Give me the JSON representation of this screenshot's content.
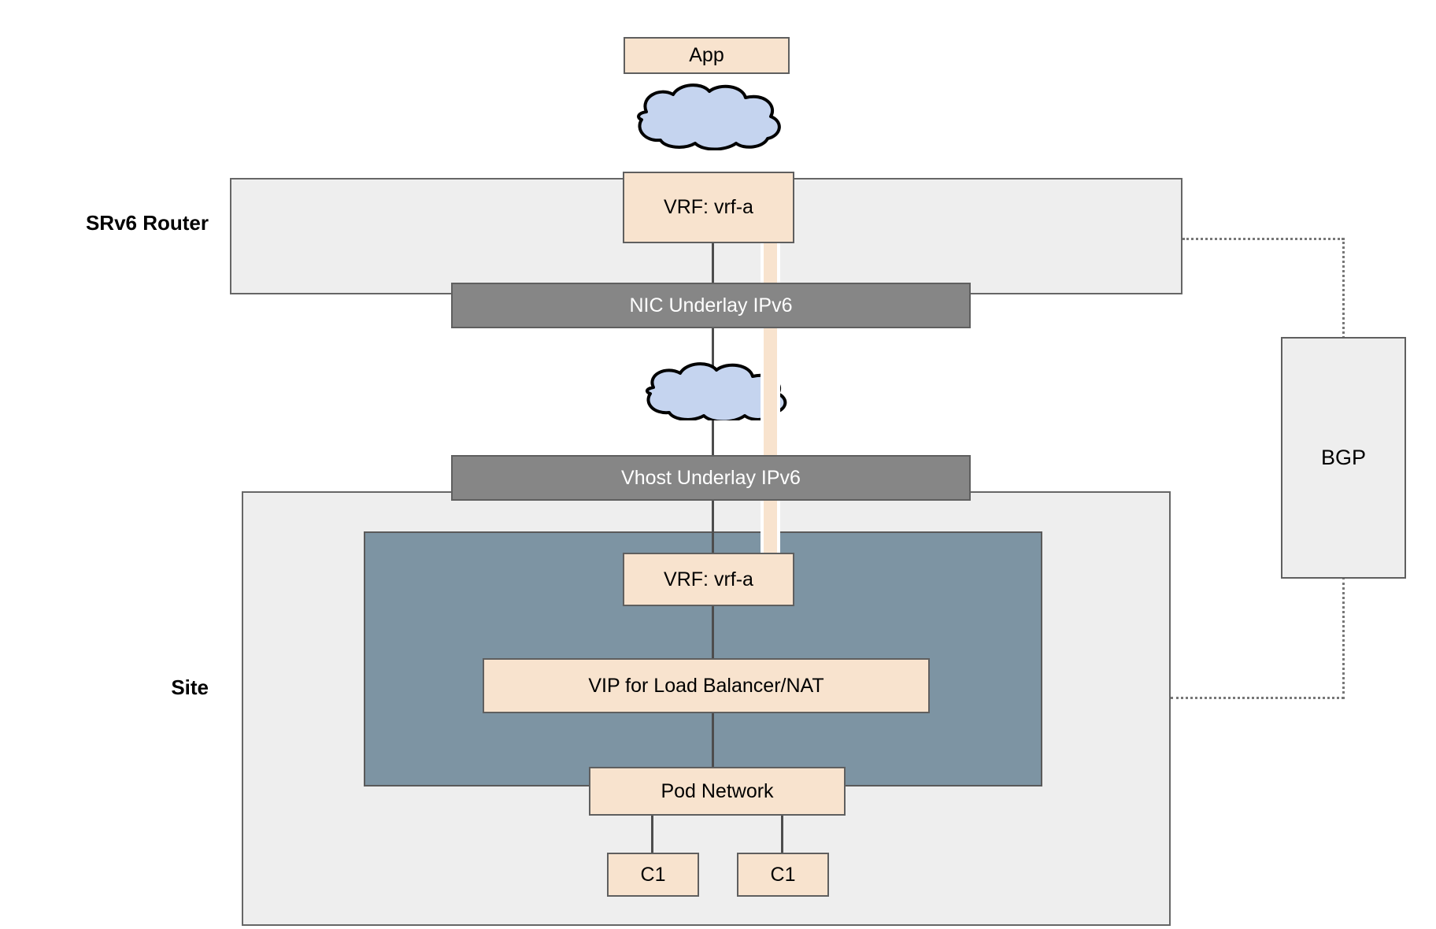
{
  "diagram": {
    "title": "SRv6 Router / Site network overlay diagram",
    "colors": {
      "tan_fill": "#f8e3ce",
      "panel_fill": "#eeeeee",
      "blue_panel_fill": "#7d94a3",
      "grey_bar_fill": "#868686",
      "cloud_fill": "#c5d4ef",
      "stroke": "#5f5f5f",
      "line": "#4d4d4d",
      "dotted": "#777777"
    }
  },
  "labels": {
    "srv6_router": "SRv6 Router",
    "site": "Site"
  },
  "nodes": {
    "app": "App",
    "vrf_router": "VRF: vrf-a",
    "nic_underlay": "NIC Underlay IPv6",
    "vhost_underlay": "Vhost Underlay IPv6",
    "vrf_site": "VRF: vrf-a",
    "vip": "VIP for Load Balancer/NAT",
    "pod_network": "Pod Network",
    "container_1": "C1",
    "container_2": "C1",
    "bgp": "BGP"
  },
  "icons": {
    "cloud_top": "cloud-icon",
    "cloud_middle": "cloud-icon",
    "tunnel": "srv6-tunnel"
  }
}
